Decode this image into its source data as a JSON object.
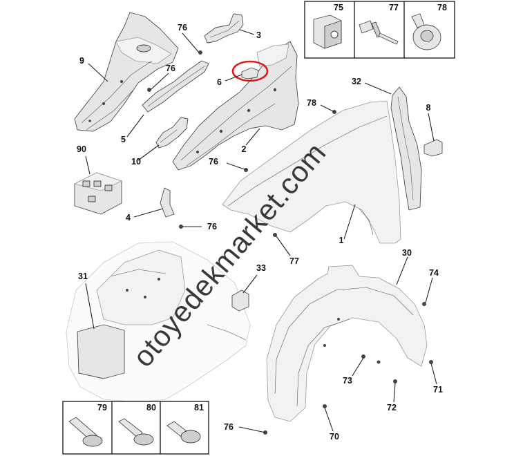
{
  "watermark": "otoyedekmarket.com",
  "highlight_color": "#e01b1b",
  "labels": {
    "p1": "1",
    "p2": "2",
    "p3": "3",
    "p4": "4",
    "p5": "5",
    "p6": "6",
    "p8": "8",
    "p9": "9",
    "p10": "10",
    "p30": "30",
    "p31": "31",
    "p32": "32",
    "p33": "33",
    "p70": "70",
    "p71": "71",
    "p72": "72",
    "p73": "73",
    "p74": "74",
    "p76a": "76",
    "p76b": "76",
    "p76c": "76",
    "p76d": "76",
    "p76e": "76",
    "p77": "77",
    "p78": "78",
    "p90": "90"
  },
  "fastener_box_top": {
    "items": [
      "75",
      "77",
      "78"
    ]
  },
  "fastener_box_bottom": {
    "items": [
      "79",
      "80",
      "81"
    ]
  }
}
